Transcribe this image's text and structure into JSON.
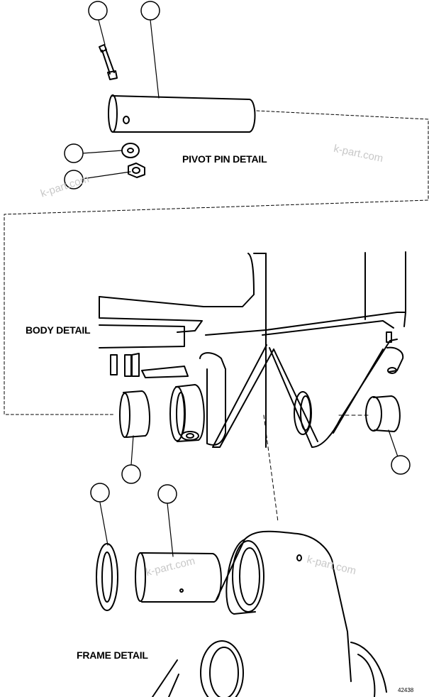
{
  "labels": {
    "pivot": "PIVOT PIN DETAIL",
    "body": "BODY DETAIL",
    "frame": "FRAME DETAIL"
  },
  "watermark": "k-part.com",
  "figure_number": "42438",
  "callouts": [
    "",
    "",
    "",
    "",
    "",
    "",
    "",
    ""
  ]
}
